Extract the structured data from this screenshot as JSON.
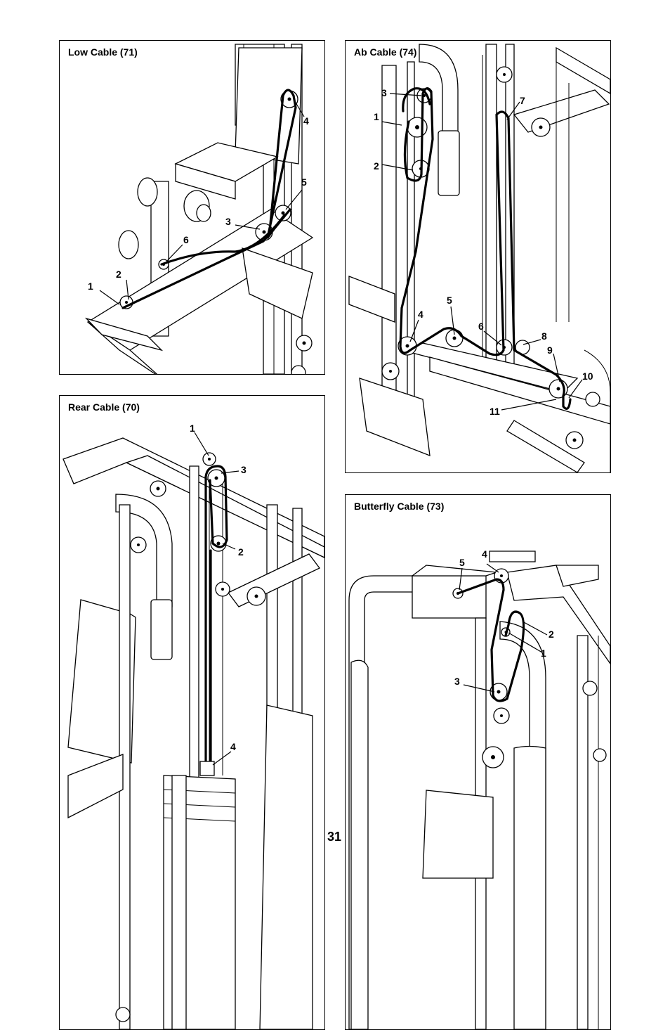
{
  "page": {
    "number": "31"
  },
  "panels": {
    "low": {
      "title": "Low Cable (71)",
      "callouts": [
        "1",
        "2",
        "3",
        "4",
        "5",
        "6"
      ]
    },
    "ab": {
      "title": "Ab Cable (74)",
      "callouts": [
        "1",
        "2",
        "3",
        "4",
        "5",
        "6",
        "7",
        "8",
        "9",
        "10",
        "11"
      ]
    },
    "rear": {
      "title": "Rear Cable (70)",
      "callouts": [
        "1",
        "2",
        "3",
        "4"
      ]
    },
    "butterfly": {
      "title": "Butterfly Cable (73)",
      "callouts": [
        "1",
        "2",
        "3",
        "4",
        "5"
      ]
    }
  }
}
